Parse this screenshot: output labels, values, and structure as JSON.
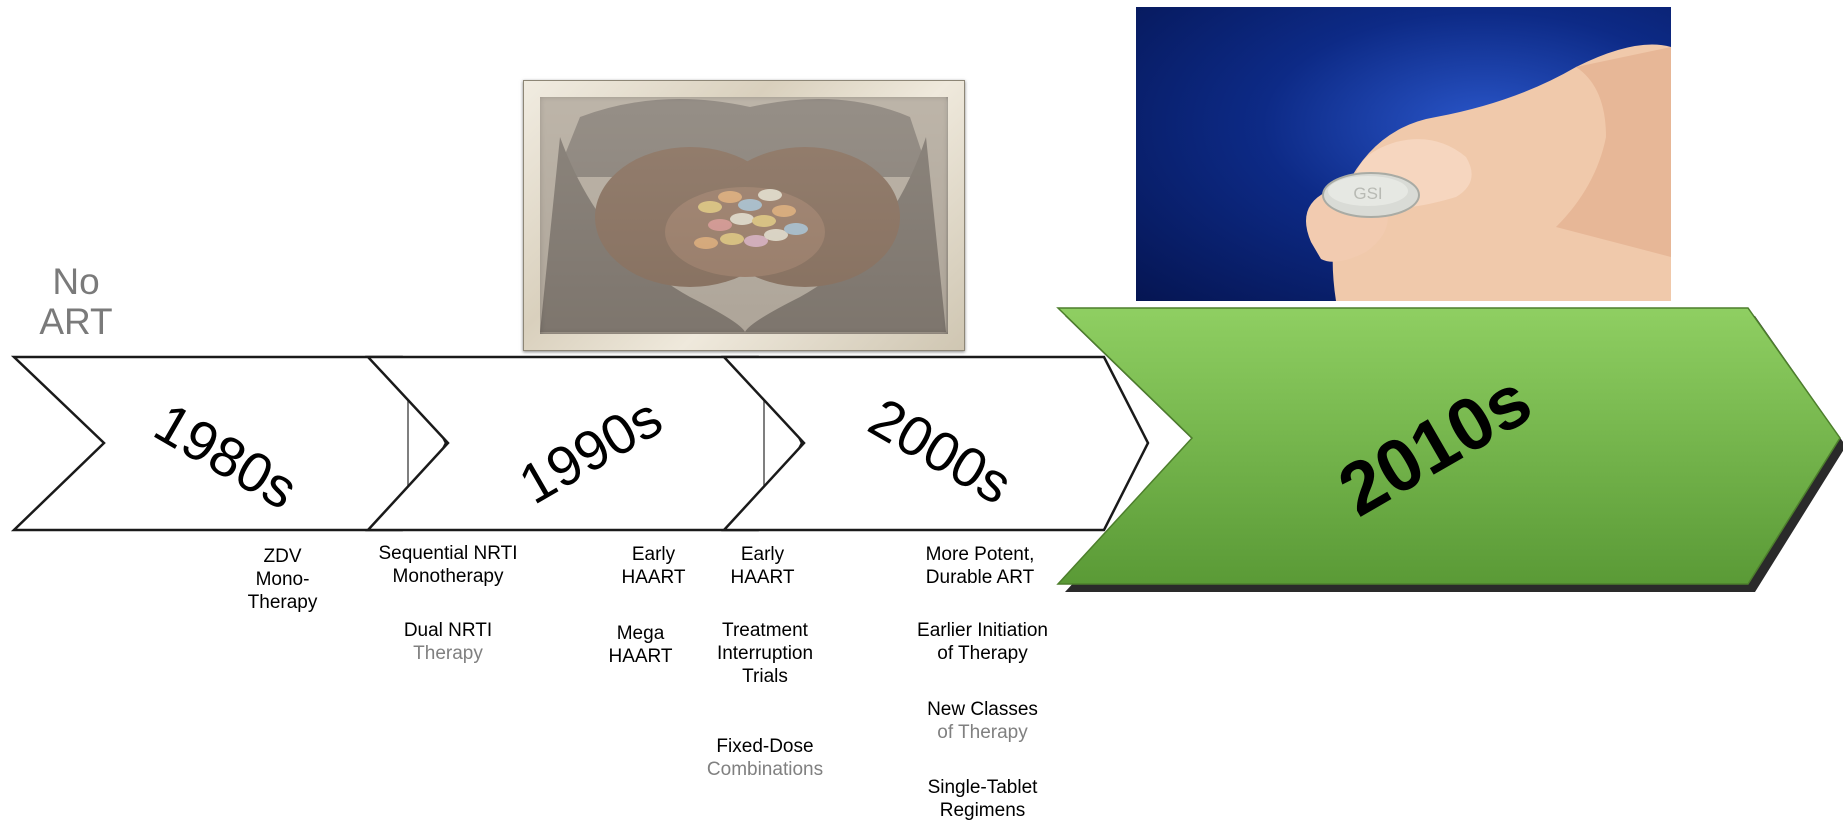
{
  "no_art": {
    "line1": "No",
    "line2": "ART"
  },
  "decades": {
    "d1980": "1980s",
    "d1990": "1990s",
    "d2000": "2000s",
    "d2010": "2010s"
  },
  "labels": {
    "zdv": [
      "ZDV",
      "Mono-",
      "Therapy"
    ],
    "sequential": [
      "Sequential NRTI",
      "Monotherapy"
    ],
    "dual": [
      "Dual NRTI",
      "Therapy"
    ],
    "early_haart_90s": [
      "Early",
      "HAART"
    ],
    "mega_haart": [
      "Mega",
      "HAART"
    ],
    "early_haart_00s": [
      "Early",
      "HAART"
    ],
    "treatment_interruption": [
      "Treatment",
      "Interruption",
      "Trials"
    ],
    "fixed_dose": [
      "Fixed-Dose",
      "Combinations"
    ],
    "more_potent": [
      "More Potent,",
      "Durable ART"
    ],
    "earlier_initiation": [
      "Earlier Initiation",
      "of Therapy"
    ],
    "new_classes": [
      "New Classes",
      "of Therapy"
    ],
    "single_tablet": [
      "Single-Tablet",
      "Regimens"
    ]
  },
  "pill_imprint": "GSI",
  "colors": {
    "green_top": "#8fcf62",
    "green_bottom": "#5a9a36",
    "chevron_outline": "#1a1a1a",
    "no_art_gray": "#7a7a7a",
    "photo_blue": "#0d2a86"
  }
}
